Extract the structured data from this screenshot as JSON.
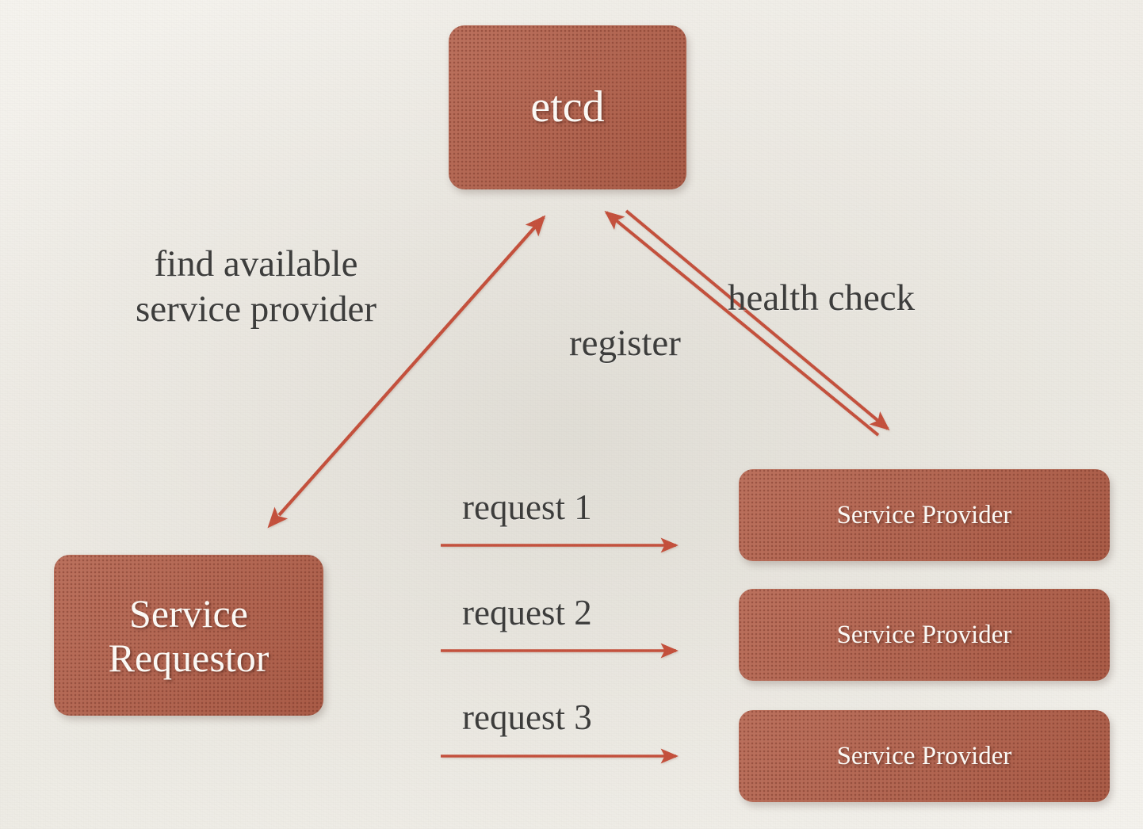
{
  "diagram": {
    "title": "etcd service discovery / registration flow",
    "background_color": "#efece6",
    "node_color": "#b4604a",
    "arrow_color": "#c4503a",
    "label_color": "#3b3b3a"
  },
  "nodes": {
    "registry": {
      "label": "etcd"
    },
    "requestor": {
      "label": "Service\nRequestor"
    },
    "providers": [
      {
        "label": "Service Provider"
      },
      {
        "label": "Service Provider"
      },
      {
        "label": "Service Provider"
      }
    ]
  },
  "edge_labels": {
    "find": "find available\nservice provider",
    "health_check": "health check",
    "register": "register",
    "request_1": "request 1",
    "request_2": "request 2",
    "request_3": "request 3"
  },
  "edges": [
    {
      "name": "find-available-service-provider",
      "from": "requestor",
      "to": "registry",
      "direction": "bidirectional",
      "label": "find available service provider"
    },
    {
      "name": "register",
      "from": "provider-1",
      "to": "registry",
      "direction": "up",
      "label": "register"
    },
    {
      "name": "health-check",
      "from": "registry",
      "to": "provider-1",
      "direction": "down",
      "label": "health check"
    },
    {
      "name": "request-1",
      "from": "requestor",
      "to": "provider-1",
      "direction": "right",
      "label": "request 1"
    },
    {
      "name": "request-2",
      "from": "requestor",
      "to": "provider-2",
      "direction": "right",
      "label": "request 2"
    },
    {
      "name": "request-3",
      "from": "requestor",
      "to": "provider-3",
      "direction": "right",
      "label": "request 3"
    }
  ]
}
